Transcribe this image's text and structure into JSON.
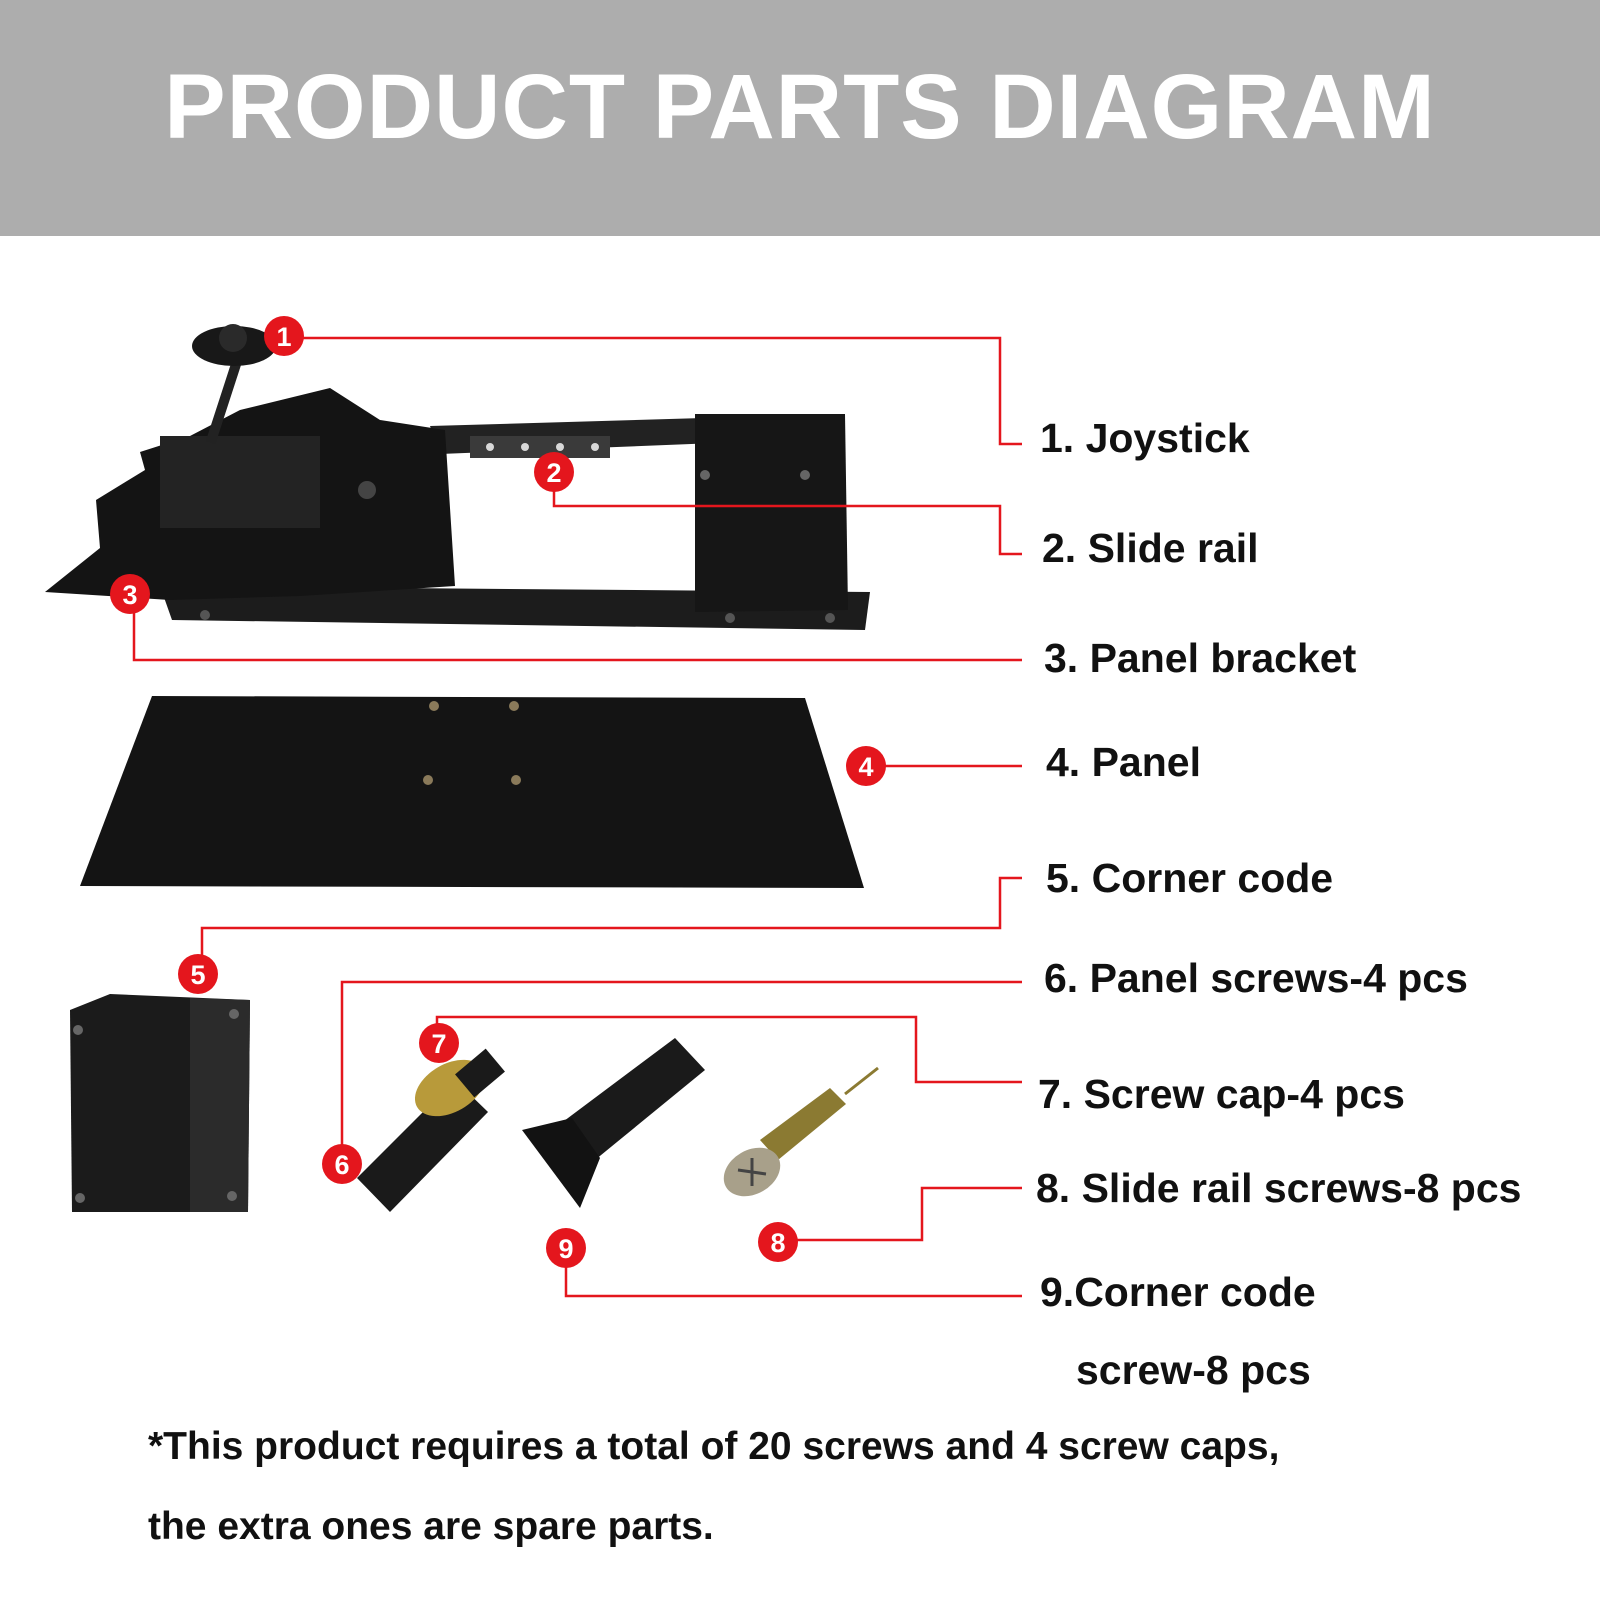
{
  "title": "PRODUCT PARTS DIAGRAM",
  "parts": [
    {
      "num": "1",
      "label": "1. Joystick"
    },
    {
      "num": "2",
      "label": "2. Slide rail"
    },
    {
      "num": "3",
      "label": "3. Panel bracket"
    },
    {
      "num": "4",
      "label": "4. Panel"
    },
    {
      "num": "5",
      "label": "5. Corner code"
    },
    {
      "num": "6",
      "label": "6. Panel screws-4 pcs"
    },
    {
      "num": "7",
      "label": "7. Screw cap-4 pcs"
    },
    {
      "num": "8",
      "label": "8. Slide rail screws-8 pcs"
    },
    {
      "num": "9",
      "label_line1": "9.Corner code",
      "label_line2": "screw-8 pcs"
    }
  ],
  "note": {
    "line1": "*This product requires a total of 20 screws and 4 screw caps,",
    "line2": "the extra ones are spare parts."
  },
  "colors": {
    "header_bg": "#adadad",
    "leader_red": "#e4161d",
    "badge_red": "#e4161d",
    "part_black": "#161616"
  }
}
